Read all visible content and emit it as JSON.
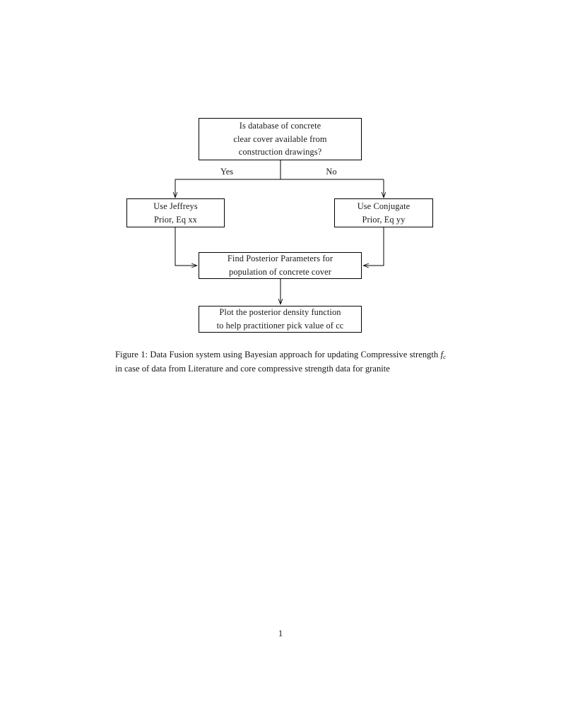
{
  "document": {
    "page_number": "1",
    "caption": {
      "label": "Figure 1:",
      "part1": "Data Fusion system using Bayesian approach for updating Compressive strength",
      "math_symbol": "f",
      "math_subscript": "c",
      "part2": "in case of data from Literature and core compressive strength data for granite",
      "full_text": "Figure 1: Data Fusion system using Bayesian approach for updating Compressive strength f_c in case of data from Literature and core compressive strength data for granite"
    }
  },
  "flowchart": {
    "type": "decision-flowchart",
    "line_color": "#000000",
    "text_color": "#1a1a1a",
    "background": "#ffffff",
    "nodes": [
      {
        "id": "question",
        "shape": "rectangle",
        "lines": [
          "Is database of concrete",
          "clear cover available from",
          "construction drawings?"
        ]
      },
      {
        "id": "jeffreys",
        "shape": "rectangle",
        "lines": [
          "Use Jeffreys",
          "Prior, Eq xx"
        ]
      },
      {
        "id": "conjugate",
        "shape": "rectangle",
        "lines": [
          "Use Conjugate",
          "Prior, Eq yy"
        ]
      },
      {
        "id": "posterior",
        "shape": "rectangle",
        "lines": [
          "Find Posterior Parameters for",
          "population of concrete cover"
        ]
      },
      {
        "id": "plot",
        "shape": "rectangle",
        "lines": [
          "Plot the posterior density function",
          "to help practitioner pick value of cc"
        ]
      }
    ],
    "edge_labels": {
      "yes": "Yes",
      "no": "No"
    },
    "edges": [
      {
        "from": "question",
        "to": "jeffreys",
        "label": "Yes"
      },
      {
        "from": "question",
        "to": "conjugate",
        "label": "No"
      },
      {
        "from": "jeffreys",
        "to": "posterior",
        "label": ""
      },
      {
        "from": "conjugate",
        "to": "posterior",
        "label": ""
      },
      {
        "from": "posterior",
        "to": "plot",
        "label": ""
      }
    ]
  }
}
